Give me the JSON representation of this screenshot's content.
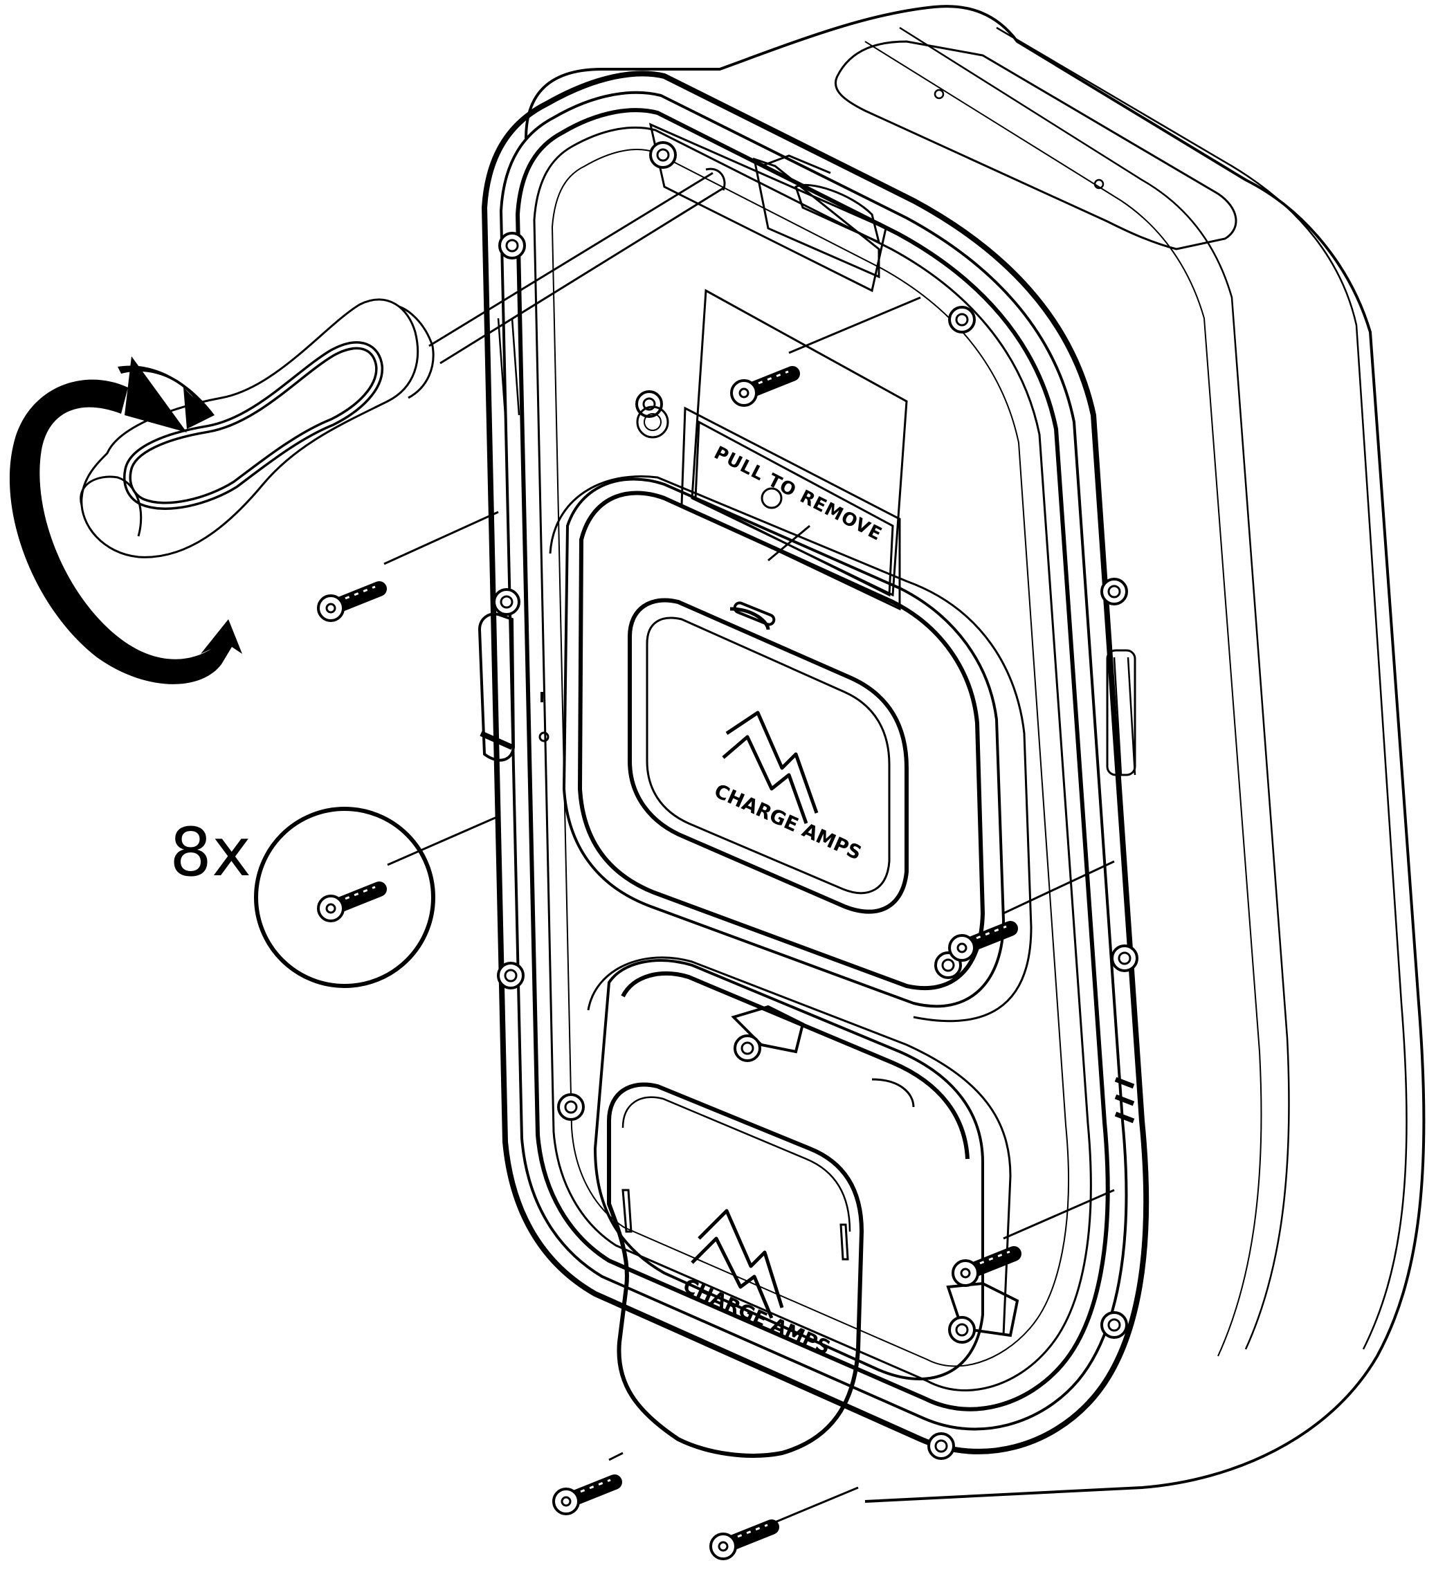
{
  "labels": {
    "quantity": "8x",
    "pull_label": "PULL TO REMOVE",
    "brand_upper": "CHARGE AMPS",
    "brand_lower": "CHARGE AMPS"
  },
  "colors": {
    "ink": "#000000",
    "paper": "#ffffff"
  },
  "icons": {
    "rotation": "clockwise-arrow-icon",
    "tool": "screwdriver-icon",
    "logo": "charge-amps-logo-icon"
  }
}
